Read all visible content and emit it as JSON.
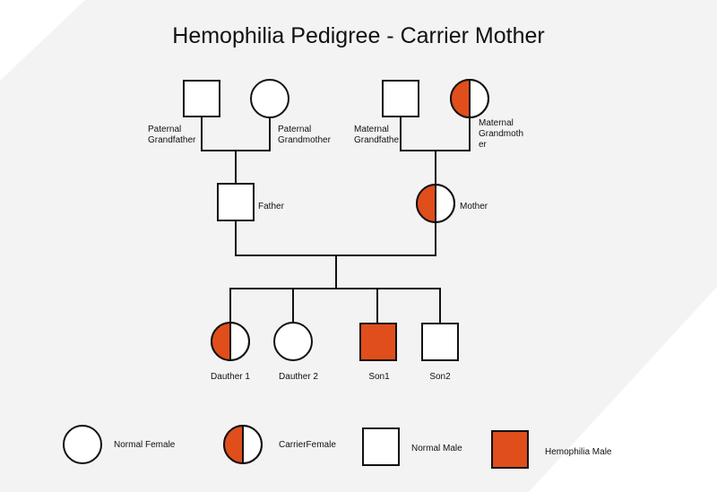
{
  "title": "Hemophilia Pedigree - Carrier Mother",
  "colors": {
    "affected": "#e04e1c",
    "outline": "#111111",
    "background": "#f3f3f3"
  },
  "people": {
    "paternal_grandfather": {
      "label_lines": [
        "Paternal",
        "Grandfather"
      ],
      "sex": "male",
      "status": "normal"
    },
    "paternal_grandmother": {
      "label_lines": [
        "Paternal",
        "Grandmother"
      ],
      "sex": "female",
      "status": "normal"
    },
    "maternal_grandfather": {
      "label_lines": [
        "Maternal",
        "Grandfathe"
      ],
      "sex": "male",
      "status": "normal"
    },
    "maternal_grandmother": {
      "label_lines": [
        "Maternal",
        "Grandmoth",
        "er"
      ],
      "sex": "female",
      "status": "carrier"
    },
    "father": {
      "label_lines": [
        "Father"
      ],
      "sex": "male",
      "status": "normal"
    },
    "mother": {
      "label_lines": [
        "Mother"
      ],
      "sex": "female",
      "status": "carrier"
    },
    "daughter1": {
      "label_lines": [
        "Dauther 1"
      ],
      "sex": "female",
      "status": "carrier"
    },
    "daughter2": {
      "label_lines": [
        "Dauther 2"
      ],
      "sex": "female",
      "status": "normal"
    },
    "son1": {
      "label_lines": [
        "Son1"
      ],
      "sex": "male",
      "status": "affected"
    },
    "son2": {
      "label_lines": [
        "Son2"
      ],
      "sex": "male",
      "status": "normal"
    }
  },
  "legend": {
    "normal_female": "Normal Female",
    "carrier_female": "CarrierFemale",
    "normal_male": "Normal Male",
    "hemophilia_male": "Hemophilia Male"
  }
}
